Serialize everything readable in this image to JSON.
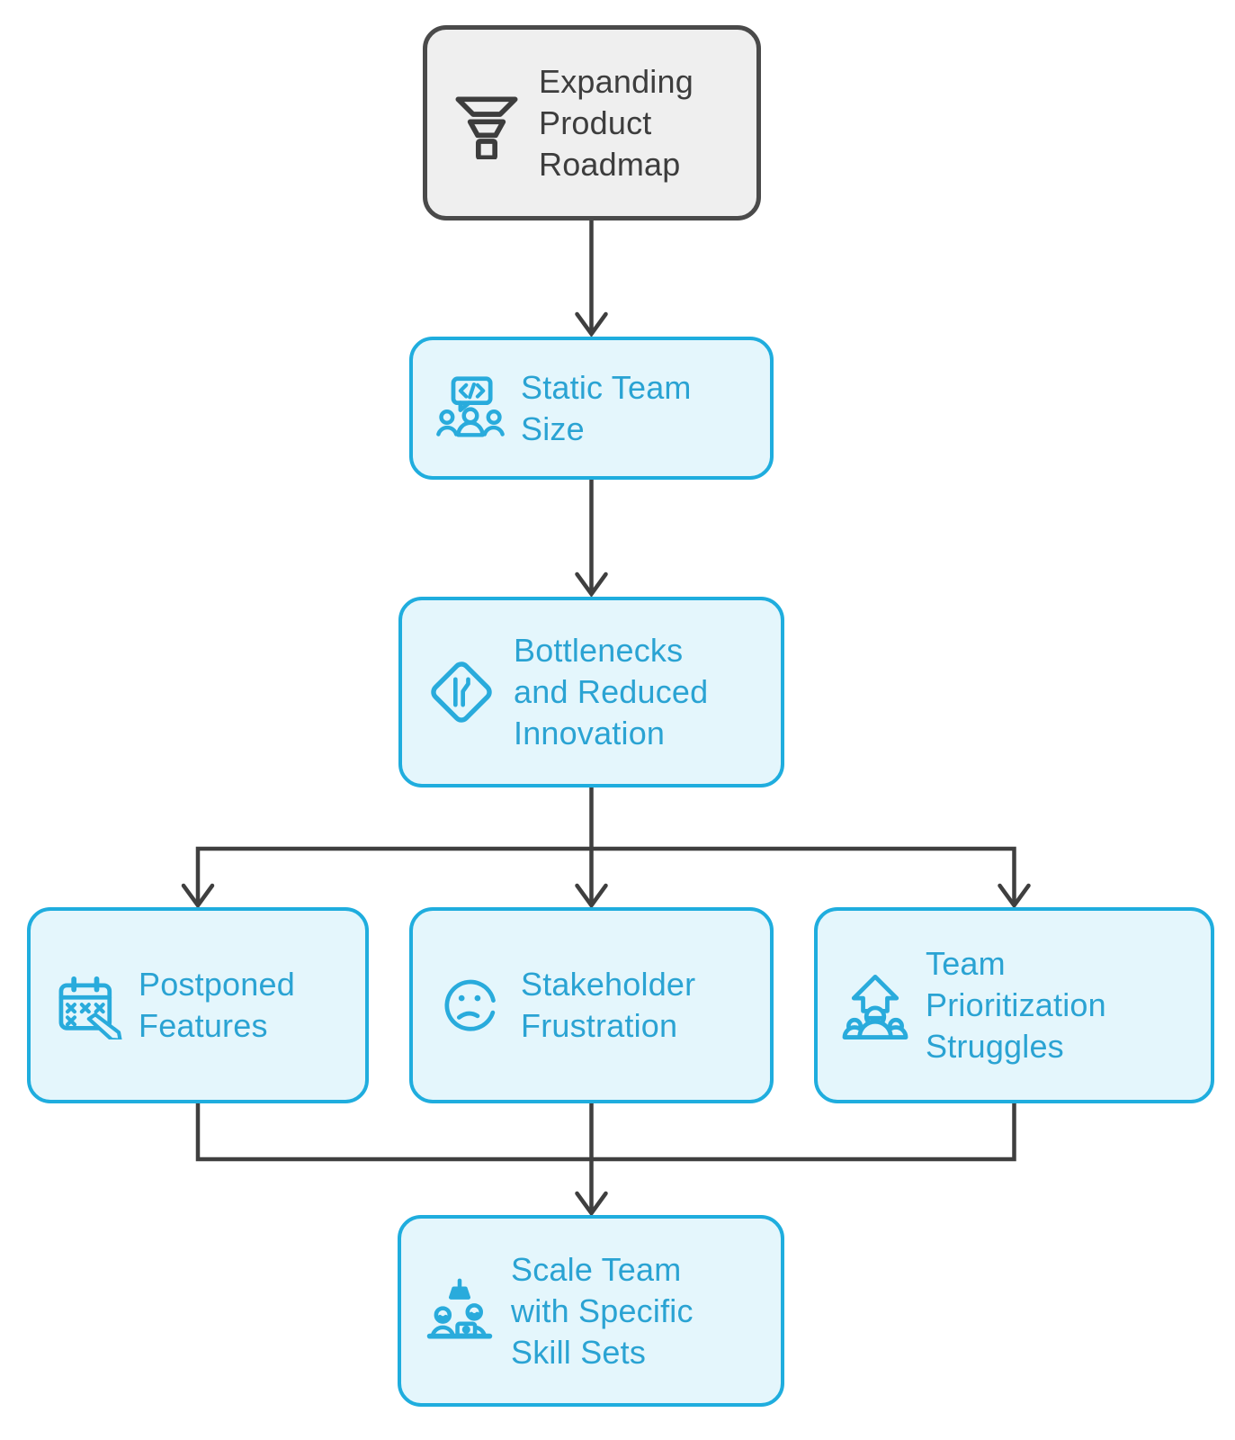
{
  "diagram": {
    "nodes": {
      "roadmap": {
        "label": "Expanding Product Roadmap",
        "icon": "funnel-icon",
        "variant": "gray"
      },
      "static_team": {
        "label": "Static Team Size",
        "icon": "code-team-icon",
        "variant": "cyan"
      },
      "bottlenecks": {
        "label": "Bottlenecks and Reduced Innovation",
        "icon": "road-narrows-icon",
        "variant": "cyan"
      },
      "postponed": {
        "label": "Postponed Features",
        "icon": "calendar-cancel-icon",
        "variant": "cyan"
      },
      "stakeholder": {
        "label": "Stakeholder Frustration",
        "icon": "frustrated-face-icon",
        "variant": "cyan"
      },
      "prioritization": {
        "label": "Team Prioritization Struggles",
        "icon": "team-growth-icon",
        "variant": "cyan"
      },
      "scale_team": {
        "label": "Scale Team with Specific Skill Sets",
        "icon": "hiring-desk-icon",
        "variant": "cyan"
      }
    },
    "edges": [
      {
        "from": "roadmap",
        "to": "static_team"
      },
      {
        "from": "static_team",
        "to": "bottlenecks"
      },
      {
        "from": "bottlenecks",
        "to": "postponed"
      },
      {
        "from": "bottlenecks",
        "to": "stakeholder"
      },
      {
        "from": "bottlenecks",
        "to": "prioritization"
      },
      {
        "from": "postponed",
        "to": "scale_team"
      },
      {
        "from": "stakeholder",
        "to": "scale_team"
      },
      {
        "from": "prioritization",
        "to": "scale_team"
      }
    ],
    "colors": {
      "background": "#ffffff",
      "cyan_node_fill": "#e4f6fc",
      "cyan_node_border": "#1fadde",
      "cyan_node_text": "#2aa3d3",
      "gray_node_fill": "#efefef",
      "gray_node_border": "#4a4a4a",
      "gray_node_text": "#3d3d3d",
      "connector": "#3f3f3f"
    }
  }
}
